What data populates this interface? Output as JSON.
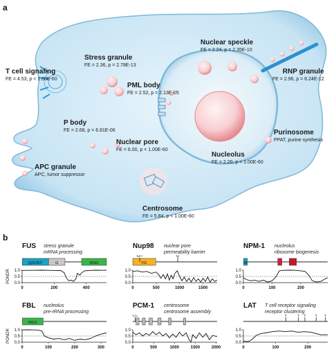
{
  "panel_a": {
    "letter": "a",
    "labels": {
      "t_cell": {
        "title": "T cell signaling",
        "stats": "FE = 4.53, p < 1.00E-60"
      },
      "stress": {
        "title": "Stress granule",
        "stats": "FE = 2.36, p = 2.78E-13"
      },
      "speckle": {
        "title": "Nuclear speckle",
        "stats": "FE = 2.24, p = 2.35E-10"
      },
      "rnp": {
        "title": "RNP granule",
        "stats": "FE = 2.96, p = 6.24E-12"
      },
      "pml": {
        "title": "PML body",
        "stats": "FE = 2.52, p = 2.13E-05"
      },
      "pbody": {
        "title": "P body",
        "stats": "FE = 2.68, p = 6.81E-06"
      },
      "pore": {
        "title": "Nuclear pore",
        "stats": "FE = 6.00, p < 1.00E-60"
      },
      "purinosome": {
        "title": "Purinosome",
        "stats": "PPAT, purine synthesis"
      },
      "apc": {
        "title": "APC granule",
        "stats": "APC, tumor suppressor"
      },
      "nucleolus": {
        "title": "Nucleolus",
        "stats": "FE = 2.20, p < 1.00E-60"
      },
      "centrosome": {
        "title": "Centrosome",
        "stats": "FE = 5.84, p < 1.00E-60"
      }
    },
    "colors": {
      "cell": "#cfe8f6",
      "cell_edge": "#8fc4e2",
      "nucleus": "#e8f4fb",
      "droplet": "#f7c9cb",
      "receptor": "#2e9bd6"
    }
  },
  "panel_b": {
    "letter": "b",
    "ylabel": "PONDR",
    "proteins": [
      {
        "name": "FUS",
        "desc": [
          "stress granule",
          "mRNA processing"
        ],
        "max": 526,
        "ticks": [
          "0",
          "200",
          "400"
        ],
        "tickvals": [
          0,
          200,
          400
        ],
        "domains": [
          {
            "label": "Q/G/S/Y",
            "start": 1,
            "end": 165,
            "color": "#1aa3c6"
          },
          {
            "label": "G",
            "start": 165,
            "end": 267,
            "color": "#c8c8c8"
          },
          {
            "label": "RGG",
            "start": 371,
            "end": 526,
            "color": "#3ab54a"
          }
        ],
        "motifs": [],
        "profile": [
          [
            0,
            0.98
          ],
          [
            40,
            0.99
          ],
          [
            80,
            0.99
          ],
          [
            120,
            1.0
          ],
          [
            160,
            0.99
          ],
          [
            200,
            0.98
          ],
          [
            240,
            0.97
          ],
          [
            262,
            0.8
          ],
          [
            275,
            0.4
          ],
          [
            290,
            0.15
          ],
          [
            305,
            0.2
          ],
          [
            320,
            0.1
          ],
          [
            335,
            0.3
          ],
          [
            345,
            0.75
          ],
          [
            360,
            0.6
          ],
          [
            372,
            0.8
          ],
          [
            390,
            0.95
          ],
          [
            420,
            0.98
          ],
          [
            460,
            1.0
          ],
          [
            500,
            0.99
          ],
          [
            526,
            1.0
          ]
        ]
      },
      {
        "name": "Nup98",
        "desc": [
          "nuclear pore",
          "permeability barrier"
        ],
        "max": 1800,
        "ticks": [
          "0",
          "500",
          "1000",
          "1500"
        ],
        "tickvals": [
          0,
          500,
          1000,
          1500
        ],
        "domains": [
          {
            "label": "FG",
            "start": 1,
            "end": 490,
            "color": "#f5b324"
          }
        ],
        "motifs": [
          {
            "label": "G/T",
            "pos": 150
          },
          {
            "label": "Q",
            "pos": 960
          }
        ],
        "profile": [
          [
            0,
            0.9
          ],
          [
            100,
            0.95
          ],
          [
            200,
            0.85
          ],
          [
            300,
            0.9
          ],
          [
            400,
            0.75
          ],
          [
            500,
            0.85
          ],
          [
            560,
            0.6
          ],
          [
            600,
            0.35
          ],
          [
            650,
            0.65
          ],
          [
            700,
            0.3
          ],
          [
            740,
            0.7
          ],
          [
            780,
            0.2
          ],
          [
            820,
            0.6
          ],
          [
            860,
            0.3
          ],
          [
            900,
            0.75
          ],
          [
            950,
            0.95
          ],
          [
            1000,
            0.5
          ],
          [
            1050,
            0.15
          ],
          [
            1100,
            0.45
          ],
          [
            1150,
            0.1
          ],
          [
            1200,
            0.35
          ],
          [
            1250,
            0.05
          ],
          [
            1300,
            0.4
          ],
          [
            1350,
            0.1
          ],
          [
            1400,
            0.3
          ],
          [
            1450,
            0.05
          ],
          [
            1500,
            0.35
          ],
          [
            1550,
            0.1
          ],
          [
            1600,
            0.45
          ],
          [
            1650,
            0.05
          ],
          [
            1700,
            0.3
          ],
          [
            1750,
            0.1
          ],
          [
            1800,
            0.2
          ]
        ]
      },
      {
        "name": "NPM-1",
        "desc": [
          "nucleolus",
          "ribosome biogenesis"
        ],
        "max": 294,
        "ticks": [
          "0",
          "100",
          "200"
        ],
        "tickvals": [
          0,
          100,
          200
        ],
        "domains": [
          {
            "label": "M",
            "start": 1,
            "end": 14,
            "color": "#1aa3c6"
          },
          {
            "label": "",
            "start": 120,
            "end": 134,
            "color": "#d21f3c"
          },
          {
            "label": "",
            "start": 160,
            "end": 185,
            "color": "#c11a2a"
          }
        ],
        "motifs": [],
        "profile": [
          [
            0,
            0.4
          ],
          [
            10,
            0.25
          ],
          [
            25,
            0.15
          ],
          [
            40,
            0.2
          ],
          [
            55,
            0.1
          ],
          [
            70,
            0.2
          ],
          [
            85,
            0.05
          ],
          [
            100,
            0.15
          ],
          [
            115,
            0.5
          ],
          [
            125,
            0.95
          ],
          [
            140,
            0.99
          ],
          [
            160,
            1.0
          ],
          [
            180,
            0.99
          ],
          [
            200,
            0.95
          ],
          [
            215,
            0.9
          ],
          [
            228,
            0.6
          ],
          [
            240,
            0.15
          ],
          [
            255,
            0.05
          ],
          [
            270,
            0.1
          ],
          [
            285,
            0.3
          ],
          [
            294,
            0.4
          ]
        ]
      },
      {
        "name": "FBL",
        "desc": [
          "nucleolus",
          "pre-rRNA processing"
        ],
        "max": 321,
        "ticks": [
          "0",
          "100",
          "200",
          "300"
        ],
        "tickvals": [
          0,
          100,
          200,
          300
        ],
        "domains": [
          {
            "label": "RGG",
            "start": 1,
            "end": 80,
            "color": "#3ab54a"
          }
        ],
        "motifs": [],
        "profile": [
          [
            0,
            0.99
          ],
          [
            20,
            1.0
          ],
          [
            40,
            0.99
          ],
          [
            60,
            0.98
          ],
          [
            75,
            0.9
          ],
          [
            85,
            0.5
          ],
          [
            100,
            0.35
          ],
          [
            120,
            0.25
          ],
          [
            140,
            0.3
          ],
          [
            160,
            0.2
          ],
          [
            180,
            0.3
          ],
          [
            200,
            0.15
          ],
          [
            220,
            0.25
          ],
          [
            240,
            0.2
          ],
          [
            260,
            0.3
          ],
          [
            280,
            0.5
          ],
          [
            300,
            0.65
          ],
          [
            321,
            0.75
          ]
        ]
      },
      {
        "name": "PCM-1",
        "desc": [
          "centrosome",
          "centrosome assembly"
        ],
        "max": 2024,
        "ticks": [
          "0",
          "500",
          "1000",
          "1500",
          "2000"
        ],
        "tickvals": [
          0,
          500,
          1000,
          1500,
          2000
        ],
        "domains": [
          {
            "label": "",
            "start": 80,
            "end": 150,
            "color": "#bbbbbb"
          },
          {
            "label": "",
            "start": 230,
            "end": 300,
            "color": "#bbbbbb"
          },
          {
            "label": "",
            "start": 390,
            "end": 470,
            "color": "#bbbbbb"
          },
          {
            "label": "",
            "start": 600,
            "end": 680,
            "color": "#bbbbbb"
          },
          {
            "label": "",
            "start": 860,
            "end": 920,
            "color": "#bbbbbb"
          },
          {
            "label": "",
            "start": 1220,
            "end": 1260,
            "color": "#bbbbbb"
          }
        ],
        "motifs": [
          {
            "label": "CC",
            "pos": 60
          }
        ],
        "profile": [
          [
            0,
            0.8
          ],
          [
            80,
            0.6
          ],
          [
            160,
            0.75
          ],
          [
            240,
            0.5
          ],
          [
            320,
            0.7
          ],
          [
            400,
            0.55
          ],
          [
            480,
            0.85
          ],
          [
            560,
            0.6
          ],
          [
            640,
            0.8
          ],
          [
            720,
            0.5
          ],
          [
            800,
            0.7
          ],
          [
            880,
            0.35
          ],
          [
            960,
            0.65
          ],
          [
            1040,
            0.4
          ],
          [
            1120,
            0.8
          ],
          [
            1200,
            0.5
          ],
          [
            1280,
            0.75
          ],
          [
            1360,
            0.15
          ],
          [
            1400,
            0.05
          ],
          [
            1440,
            0.6
          ],
          [
            1520,
            0.3
          ],
          [
            1600,
            0.75
          ],
          [
            1680,
            0.4
          ],
          [
            1760,
            0.7
          ],
          [
            1840,
            0.2
          ],
          [
            1920,
            0.55
          ],
          [
            2024,
            0.45
          ]
        ]
      },
      {
        "name": "LAT",
        "desc": [
          "T cell receptor signaling",
          "receptor clustering"
        ],
        "max": 262,
        "ticks": [
          "0",
          "100",
          "200"
        ],
        "tickvals": [
          0,
          100,
          200
        ],
        "domains": [],
        "motifs": [
          {
            "label": "Y",
            "pos": 132
          },
          {
            "label": "Y",
            "pos": 171
          },
          {
            "label": "Y",
            "pos": 191
          },
          {
            "label": "Y",
            "pos": 226
          },
          {
            "label": "Y",
            "pos": 255
          }
        ],
        "profile": [
          [
            0,
            0.1
          ],
          [
            10,
            0.05
          ],
          [
            20,
            0.1
          ],
          [
            30,
            0.3
          ],
          [
            40,
            0.55
          ],
          [
            55,
            0.7
          ],
          [
            70,
            0.75
          ],
          [
            90,
            0.85
          ],
          [
            110,
            0.9
          ],
          [
            130,
            0.85
          ],
          [
            150,
            0.9
          ],
          [
            170,
            0.8
          ],
          [
            190,
            0.85
          ],
          [
            210,
            0.8
          ],
          [
            225,
            0.7
          ],
          [
            240,
            0.6
          ],
          [
            262,
            0.6
          ]
        ]
      }
    ],
    "y_ticks": [
      "0.0",
      "0.5",
      "1.0"
    ]
  }
}
